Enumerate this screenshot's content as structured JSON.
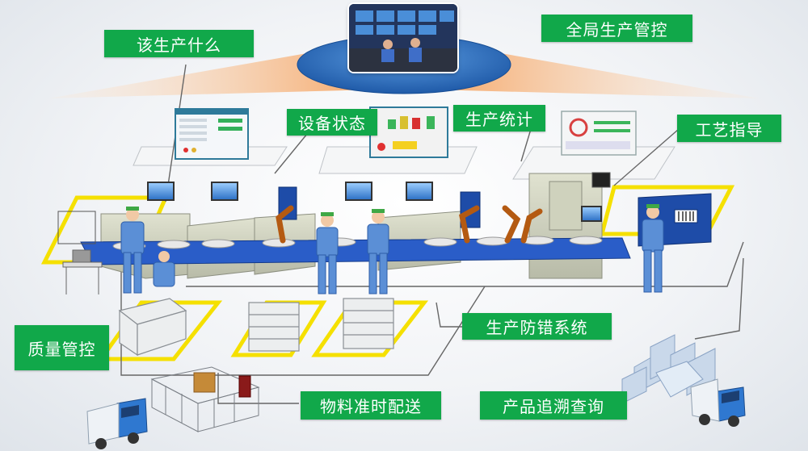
{
  "labels": {
    "what_to_produce": "该生产什么",
    "global_control": "全局生产管控",
    "equipment_status": "设备状态",
    "production_stats": "生产统计",
    "process_guidance": "工艺指导",
    "quality_control": "质量管控",
    "error_proofing": "生产防错系统",
    "material_delivery": "物料准时配送",
    "traceability": "产品追溯查询"
  },
  "colors": {
    "label_green": "#11a84a",
    "zone_yellow": "#f5e000",
    "worker_blue": "#5b8fd6",
    "conveyor_blue": "#2a5dc8",
    "robot_orange": "#d9701e",
    "banner_orange": "#f4a86a",
    "stage_blue": "#2d6fc0"
  },
  "icons": [
    "monitor-icon",
    "robot-arm-icon",
    "worker-icon",
    "truck-icon",
    "cart-icon",
    "warehouse-icon",
    "control-room-photo"
  ]
}
